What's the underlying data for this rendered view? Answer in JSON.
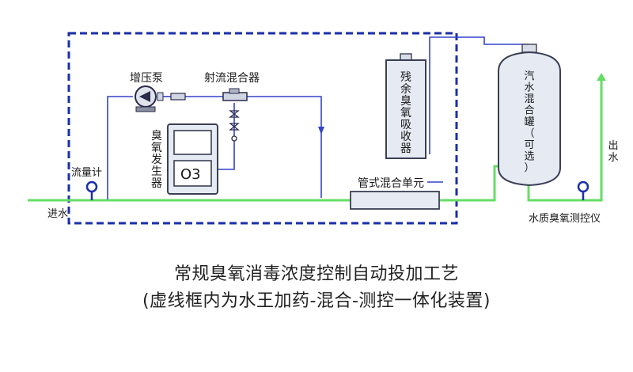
{
  "labels": {
    "booster_pump": "增压泵",
    "jet_mixer": "射流混合器",
    "ozone_generator": "臭氧发生器",
    "o3_display": "O3",
    "flow_meter": "流量计",
    "water_inlet": "进水",
    "tubular_mixer": "管式混合单元",
    "residual_absorber": "残余臭氧吸收器",
    "mixing_tank": "汽水混合罐（可选）",
    "water_outlet": "出水",
    "ozone_monitor": "水质臭氧测控仪"
  },
  "caption": {
    "line1": "常规臭氧消毒浓度控制自动投加工艺",
    "line2": "(虚线框内为水王加药-混合-测控一体化装置)"
  },
  "colors": {
    "water_line": "#66dd66",
    "gas_line": "#3344cc",
    "dashed_box": "#1a2faa",
    "equipment_fill": "#e6ebf3"
  }
}
